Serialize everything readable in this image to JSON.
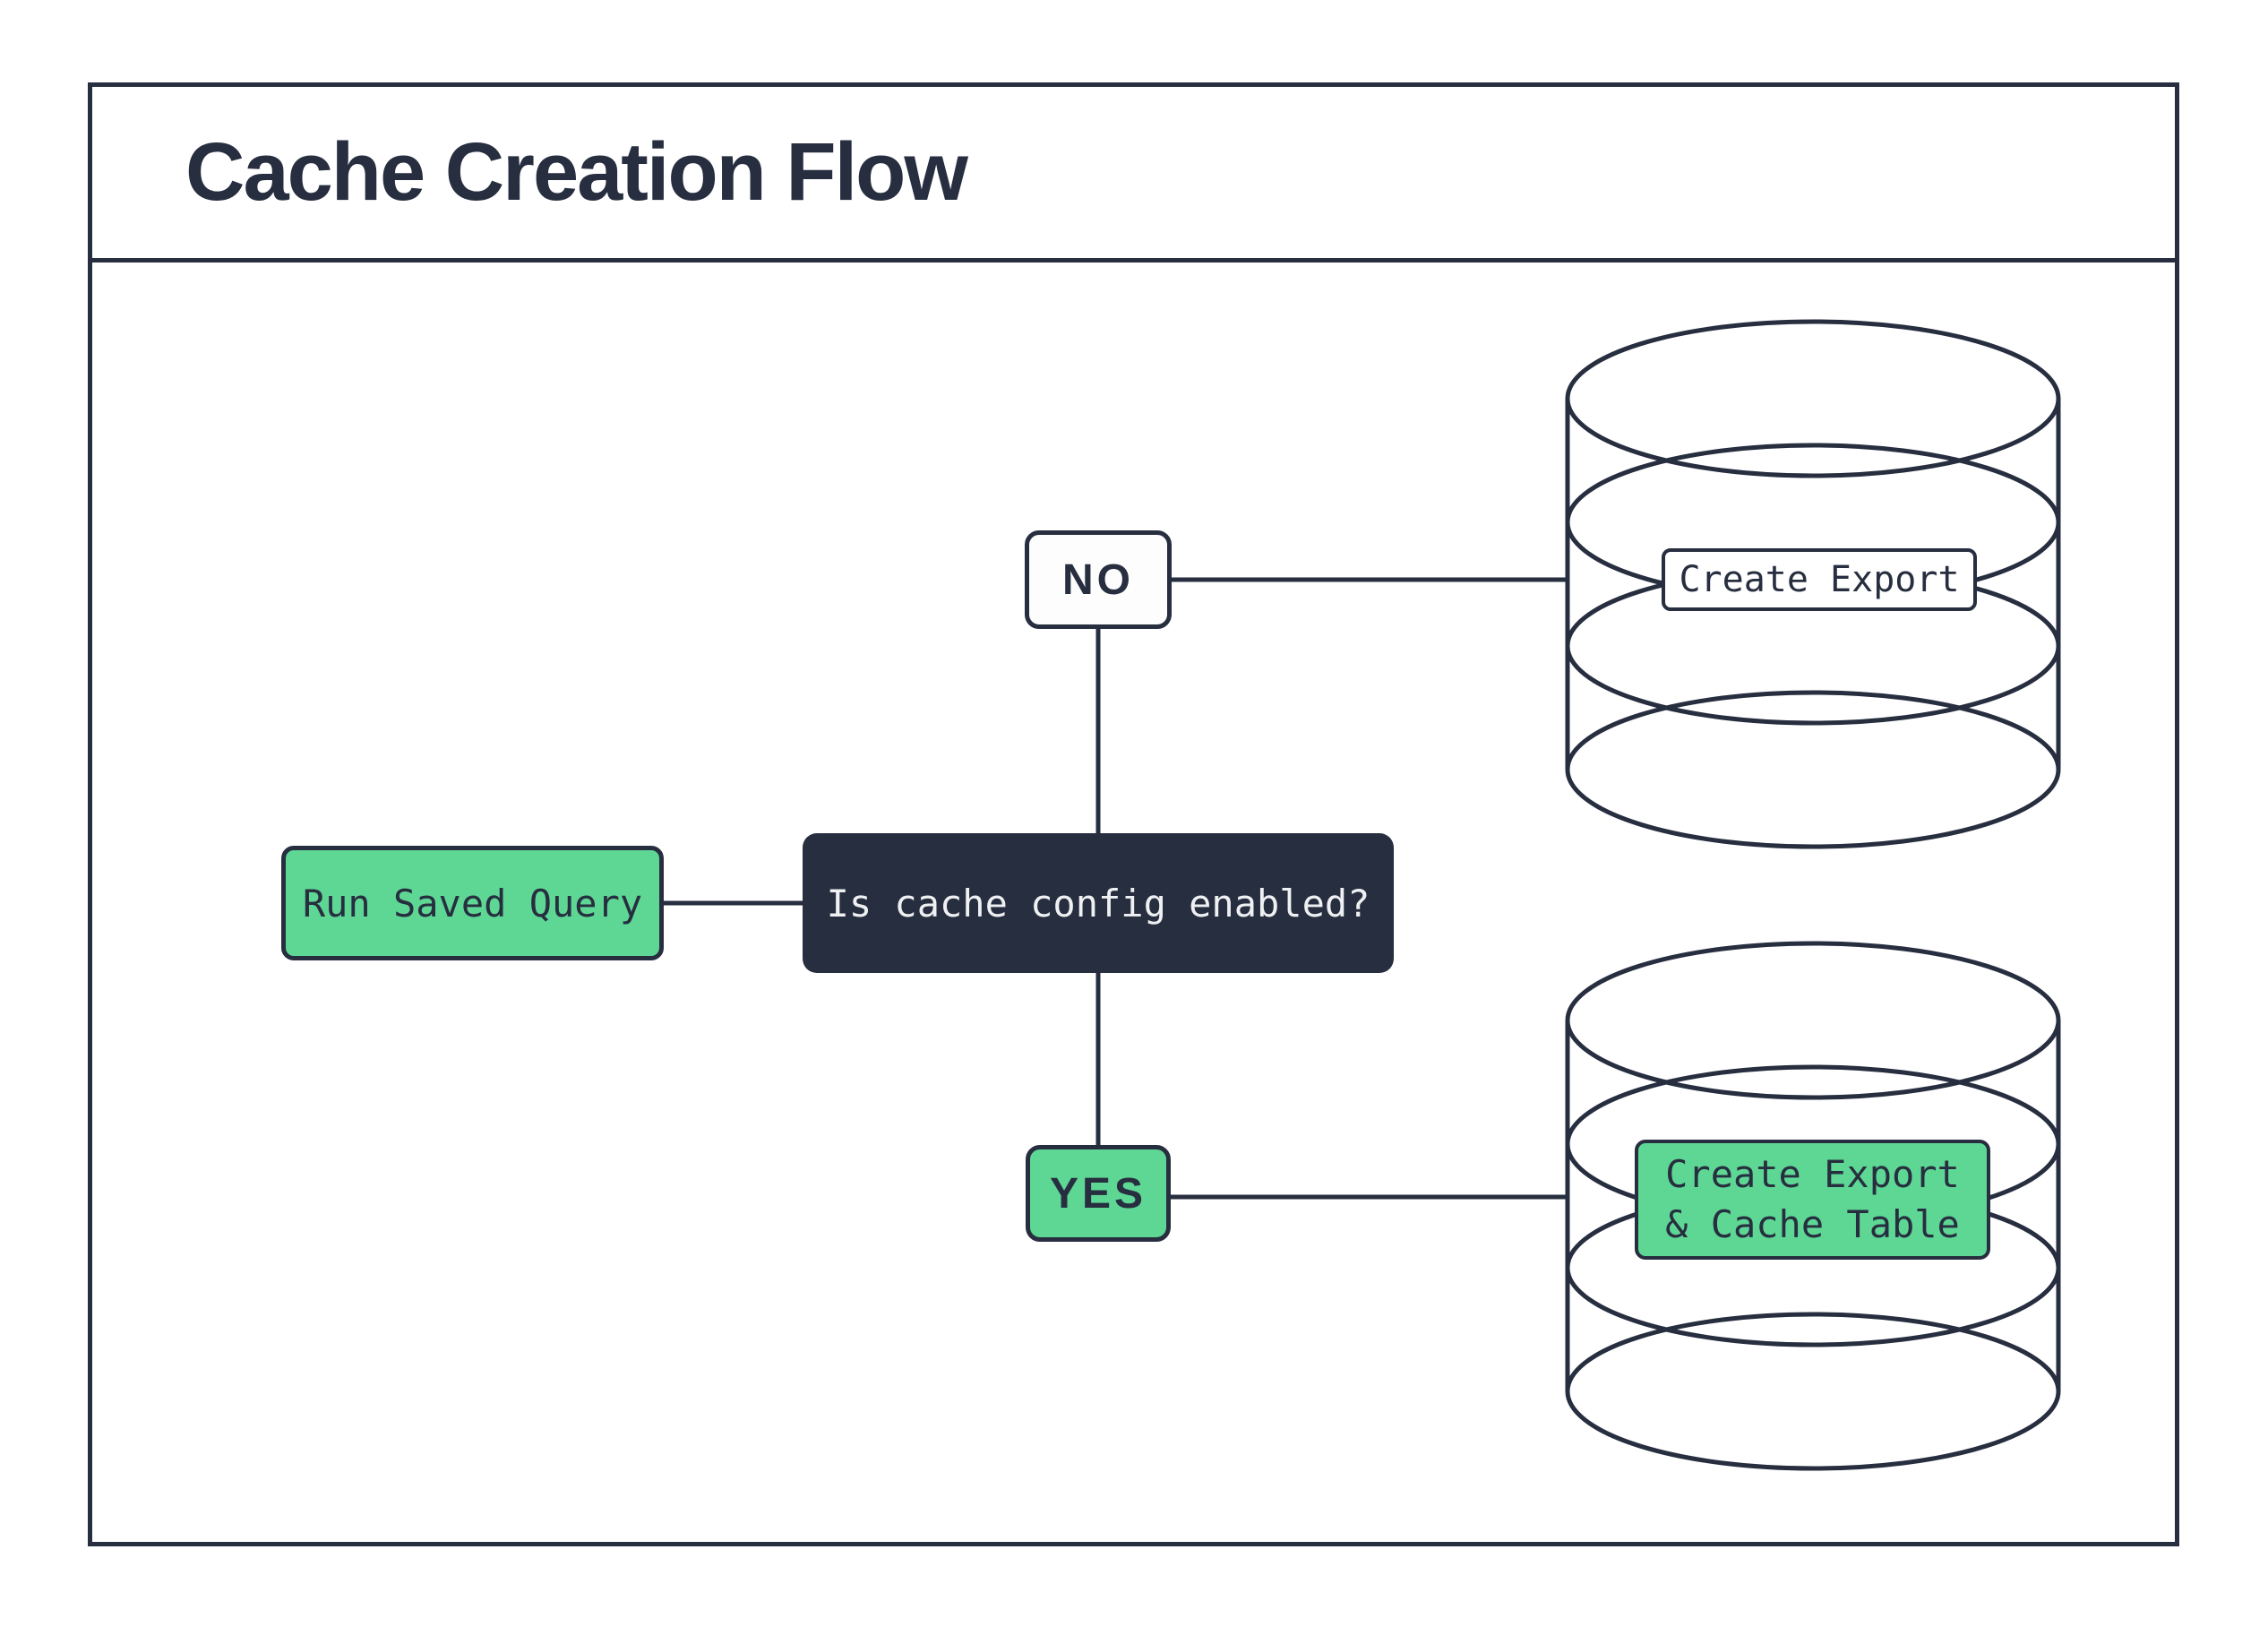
{
  "title": "Cache Creation Flow",
  "colors": {
    "ink": "#272e3f",
    "green": "#5ed795",
    "node_dark_bg": "#272e3f",
    "node_dark_text": "#eef0f2"
  },
  "flow": {
    "start": {
      "label": "Run Saved Query"
    },
    "decision": {
      "label": "Is cache config enabled?"
    },
    "branch_no": {
      "label": "NO"
    },
    "branch_yes": {
      "label": "YES"
    },
    "no_outcome": {
      "label": "Create Export",
      "icon": "database-cylinder-icon"
    },
    "yes_outcome": {
      "lines": [
        "Create Export",
        "& Cache Table"
      ],
      "icon": "database-cylinder-icon"
    }
  }
}
